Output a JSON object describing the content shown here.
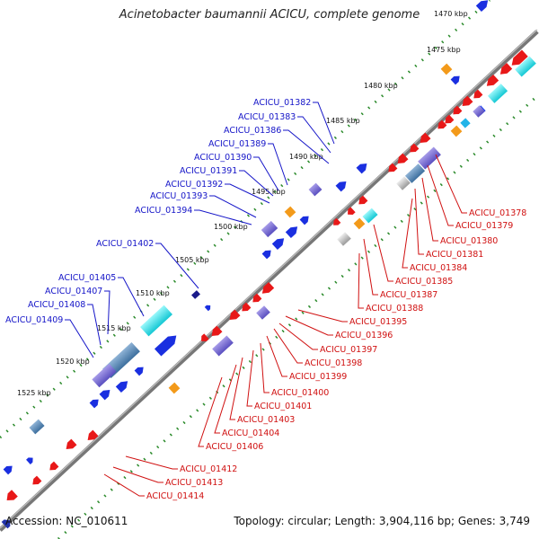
{
  "title": "Acinetobacter baumannii ACICU, complete genome",
  "accession": "Accession: NC_010611",
  "summary": "Topology: circular; Length: 3,904,116 bp; Genes: 3,749",
  "scale_ticks": [
    "1470 kbp",
    "1475 kbp",
    "1480 kbp",
    "1485 kbp",
    "1490 kbp",
    "1495 kbp",
    "1500 kbp",
    "1505 kbp",
    "1510 kbp",
    "1515 kbp",
    "1520 kbp",
    "1525 kbp"
  ],
  "forward_genes": [
    "ACICU_01382",
    "ACICU_01383",
    "ACICU_01386",
    "ACICU_01389",
    "ACICU_01390",
    "ACICU_01391",
    "ACICU_01392",
    "ACICU_01393",
    "ACICU_01394",
    "ACICU_01402",
    "ACICU_01405",
    "ACICU_01407",
    "ACICU_01408",
    "ACICU_01409"
  ],
  "reverse_genes": [
    "ACICU_01378",
    "ACICU_01379",
    "ACICU_01380",
    "ACICU_01381",
    "ACICU_01384",
    "ACICU_01385",
    "ACICU_01387",
    "ACICU_01388",
    "ACICU_01395",
    "ACICU_01396",
    "ACICU_01397",
    "ACICU_01398",
    "ACICU_01399",
    "ACICU_01400",
    "ACICU_01401",
    "ACICU_01403",
    "ACICU_01404",
    "ACICU_01406",
    "ACICU_01412",
    "ACICU_01413",
    "ACICU_01414"
  ],
  "colors": {
    "forward_label": "#1515c8",
    "reverse_label": "#d01010",
    "forward_gene": "#1a2fe0",
    "reverse_gene": "#e81818",
    "purple_block": "#7b6fd6",
    "cyan_block": "#22e0e8",
    "orange_block": "#f39a1a",
    "gc_dots": "#2a8a2a"
  }
}
